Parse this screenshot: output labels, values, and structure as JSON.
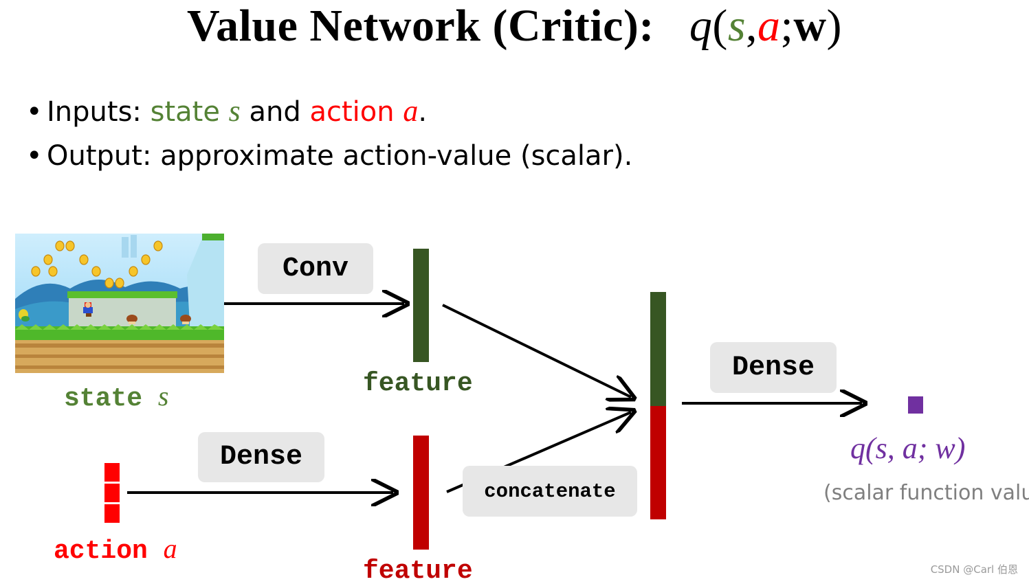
{
  "title": {
    "text": "Value Network (Critic):",
    "fn": "q",
    "open": "(",
    "s": "s",
    "comma": ",",
    "a": "a",
    "semi": ";",
    "w": "w",
    "close": ")"
  },
  "bullets": [
    {
      "prefix": "Inputs: ",
      "state_word": "state ",
      "state_sym": "s",
      "mid": " and ",
      "action_word": "action ",
      "action_sym": "a",
      "end": "."
    },
    {
      "text": "Output: approximate action-value (scalar)."
    }
  ],
  "diagram": {
    "state_label": "state",
    "state_sym": "s",
    "action_label": "action",
    "action_sym": "a",
    "conv_label": "Conv",
    "dense_action_label": "Dense",
    "dense_out_label": "Dense",
    "feature_top_label": "feature",
    "feature_bottom_label": "feature",
    "concat_label": "concatenate",
    "output_expr": "q(s, a; w)",
    "output_caption": "(scalar function value)"
  },
  "colors": {
    "state_green": "#548235",
    "feature_green": "#375623",
    "action_red": "#ff0000",
    "feature_red": "#c00000",
    "output_purple": "#7030a0",
    "button_gray": "#e7e7e7"
  },
  "watermark": "CSDN @Carl 伯恩"
}
